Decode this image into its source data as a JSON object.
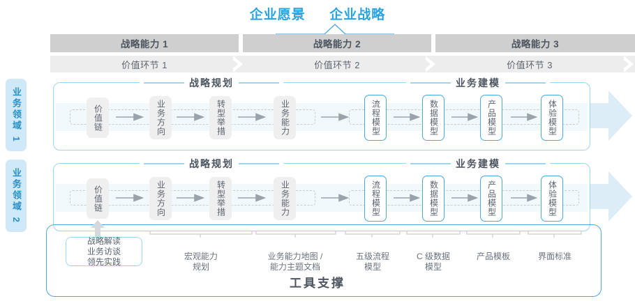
{
  "header": {
    "vision_label": "企业愿景",
    "strategy_label": "企业战略"
  },
  "capabilities": [
    {
      "label": "战略能力 1"
    },
    {
      "label": "战略能力 2"
    },
    {
      "label": "战略能力 3"
    }
  ],
  "value_chain": [
    {
      "label": "价值环节 1"
    },
    {
      "label": "价值环节 2"
    },
    {
      "label": "价值环节 3"
    }
  ],
  "domains": [
    {
      "label": "业务领域 1"
    },
    {
      "label": "业务领域 2"
    }
  ],
  "sections": {
    "planning_label": "战略规划",
    "modeling_label": "业务建模"
  },
  "nodes": {
    "planning": [
      {
        "label": "价值链"
      },
      {
        "label": "业务方向"
      },
      {
        "label": "转型举措"
      },
      {
        "label": "业务能力"
      }
    ],
    "modeling": [
      {
        "label": "流程模型"
      },
      {
        "label": "数据模型"
      },
      {
        "label": "产品模型"
      },
      {
        "label": "体验模型"
      }
    ]
  },
  "tools": {
    "first_box": "战略解读\n业务访谈\n领先实践",
    "labels": [
      {
        "text": "宏观能力\n规划"
      },
      {
        "text": "业务能力地图 /\n能力主题文档"
      },
      {
        "text": "五级流程\n模型"
      },
      {
        "text": "C 级数据\n模型"
      },
      {
        "text": "产品模板"
      },
      {
        "text": "界面标准"
      }
    ],
    "title": "工具支撑"
  },
  "colors": {
    "accent_blue": "#2aa3df",
    "node_blue_border": "#4aa9dd",
    "cap_bar_gray": "#cfcfcf",
    "vc_bar_gray": "#ededed",
    "domain_tab_bg": "#cfe9f8",
    "band_blue": "#f2f9fd"
  }
}
